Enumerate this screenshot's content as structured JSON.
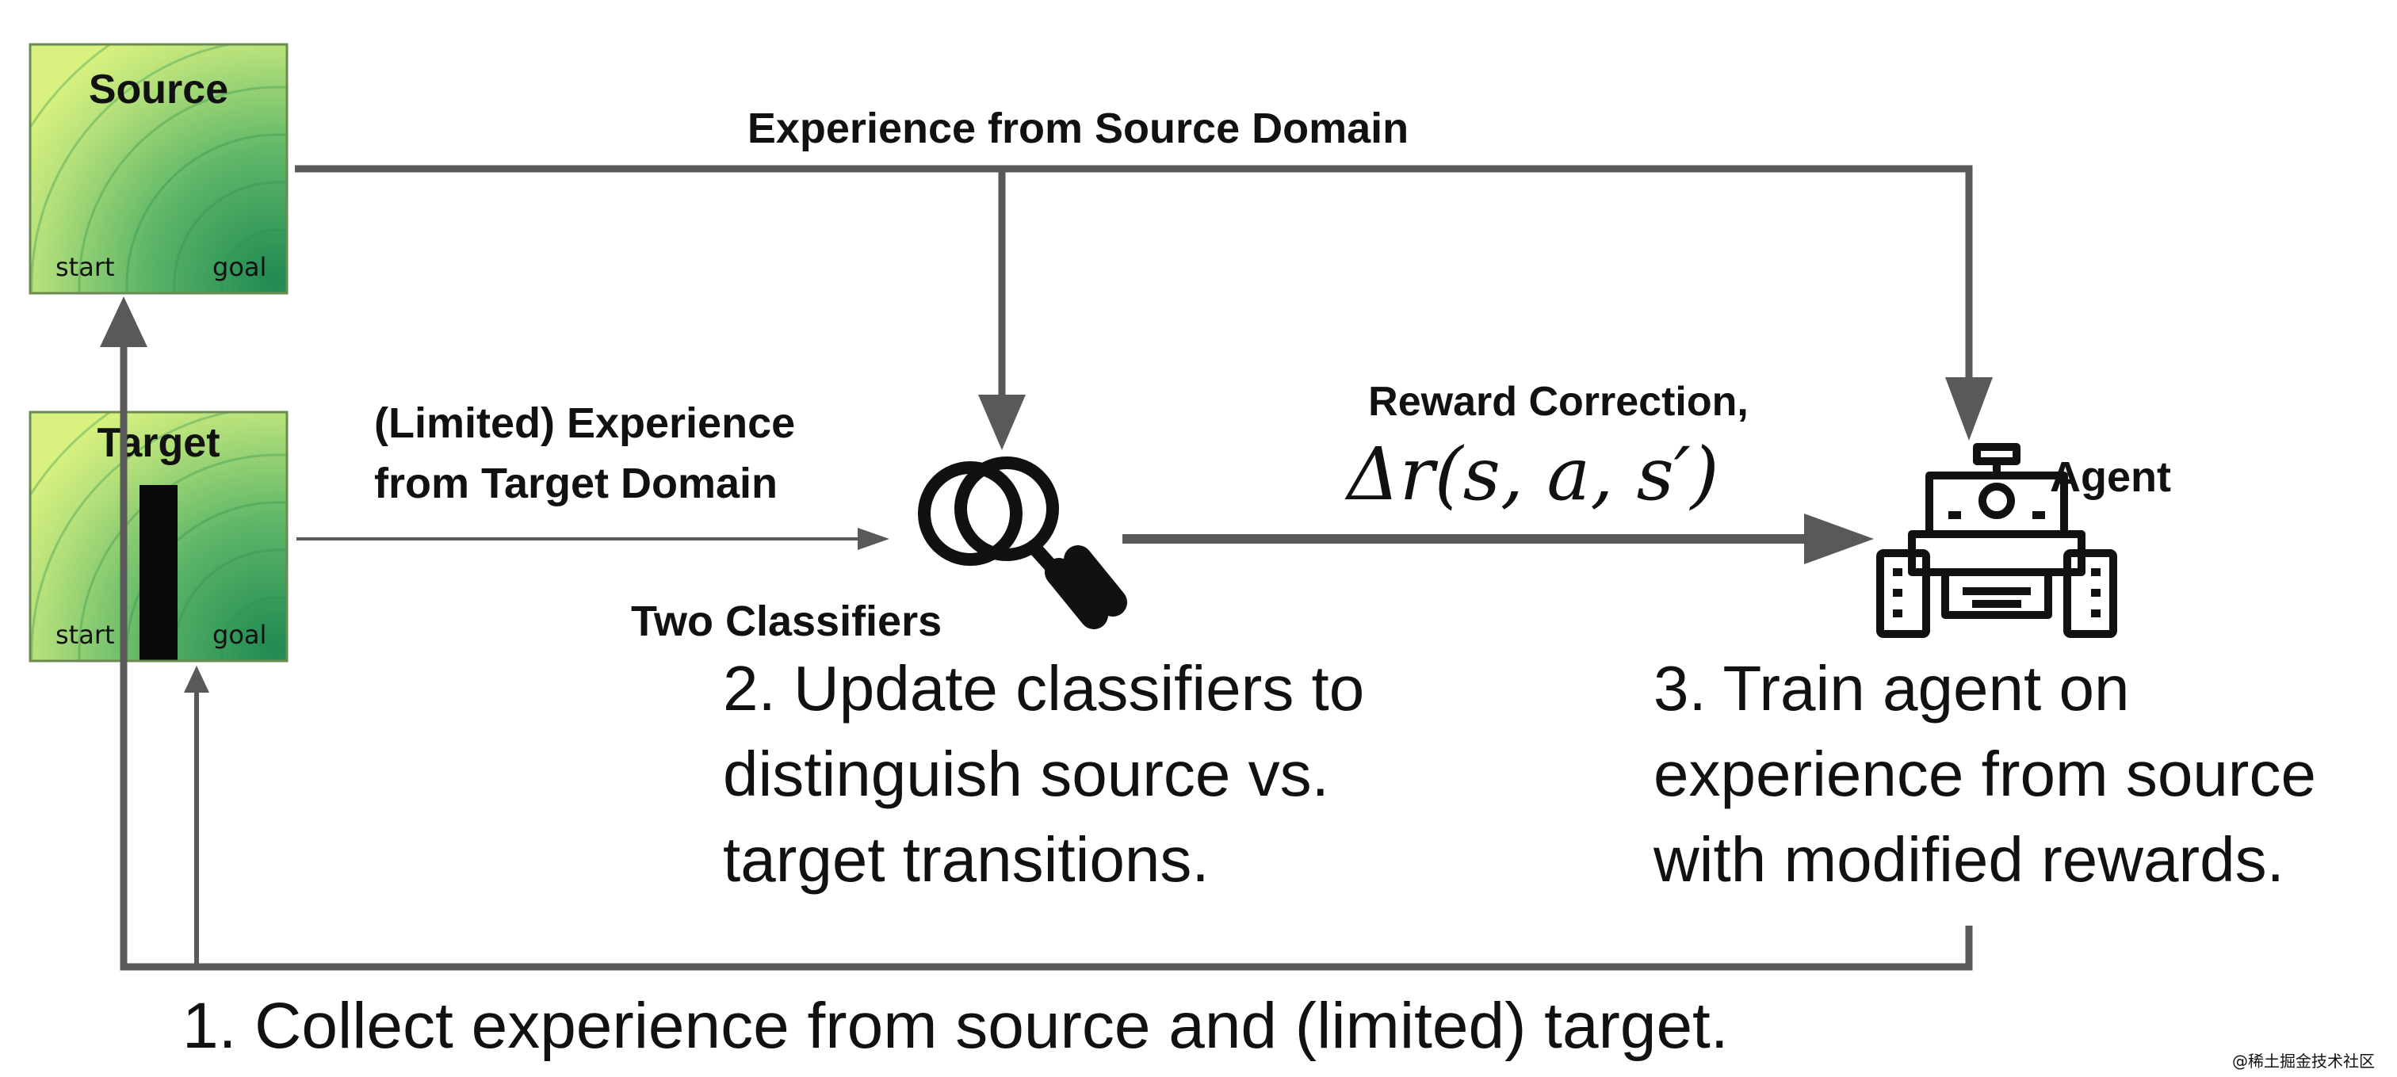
{
  "source_box": {
    "title": "Source",
    "start": "start",
    "goal": "goal"
  },
  "target_box": {
    "title": "Target",
    "start": "start",
    "goal": "goal"
  },
  "edges": {
    "source_experience": "Experience from Source Domain",
    "target_experience_line1": "(Limited) Experience",
    "target_experience_line2": "from Target Domain",
    "reward_label": "Reward Correction,",
    "reward_formula": "Δr(s, a, s′)"
  },
  "nodes": {
    "classifiers": "Two Classifiers",
    "agent": "Agent"
  },
  "steps": {
    "step2": [
      "2. Update classifiers to",
      "distinguish source vs.",
      "target transitions."
    ],
    "step3": [
      "3. Train agent on",
      "experience from source",
      "with modified rewards."
    ],
    "step1": "1. Collect experience from source and (limited) target."
  },
  "watermark": "@稀土掘金技术社区",
  "colors": {
    "arrow": "#595959",
    "grid_light": "#d4f07a",
    "grid_dark": "#1f8a52",
    "ink": "#111111"
  }
}
